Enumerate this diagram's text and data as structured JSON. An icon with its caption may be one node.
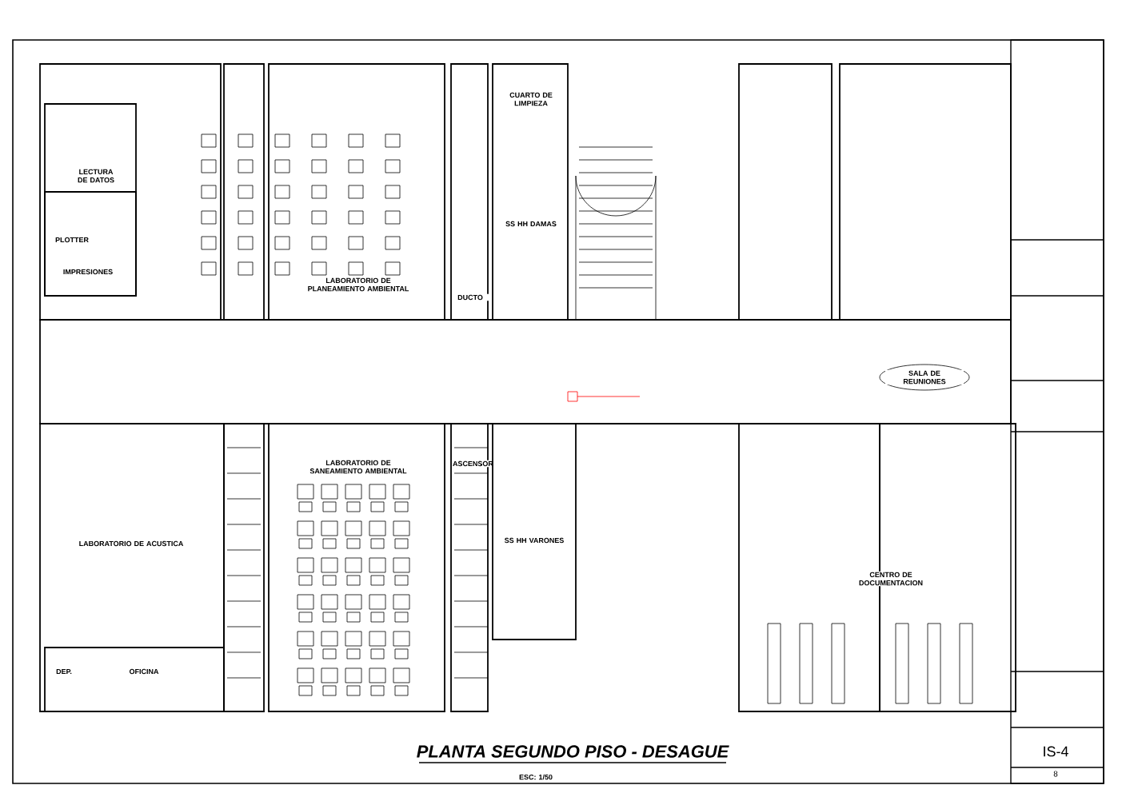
{
  "diagram": {
    "title": "PLANTA SEGUNDO PISO - DESAGUE",
    "labels": [
      "PLOTTER",
      "LECTURA DE DATOS",
      "IMPRESIONES",
      "LABORATORIO DE PLANEAMIENTO AMBIENTAL",
      "CUARTO DE LIMPIEZA",
      "SS HH DAMAS",
      "DUCTO",
      "SALA DE REUNIONES",
      "ASCENSOR",
      "LABORATORIO DE SANEAMIENTO AMBIENTAL",
      "LABORATORIO DE ACUSTICA",
      "SS HH VARONES",
      "CENTRO DE DOCUMENTACION",
      "DEP.",
      "OFICINA",
      "ESC: 1/50",
      "IS-4",
      "8"
    ]
  }
}
